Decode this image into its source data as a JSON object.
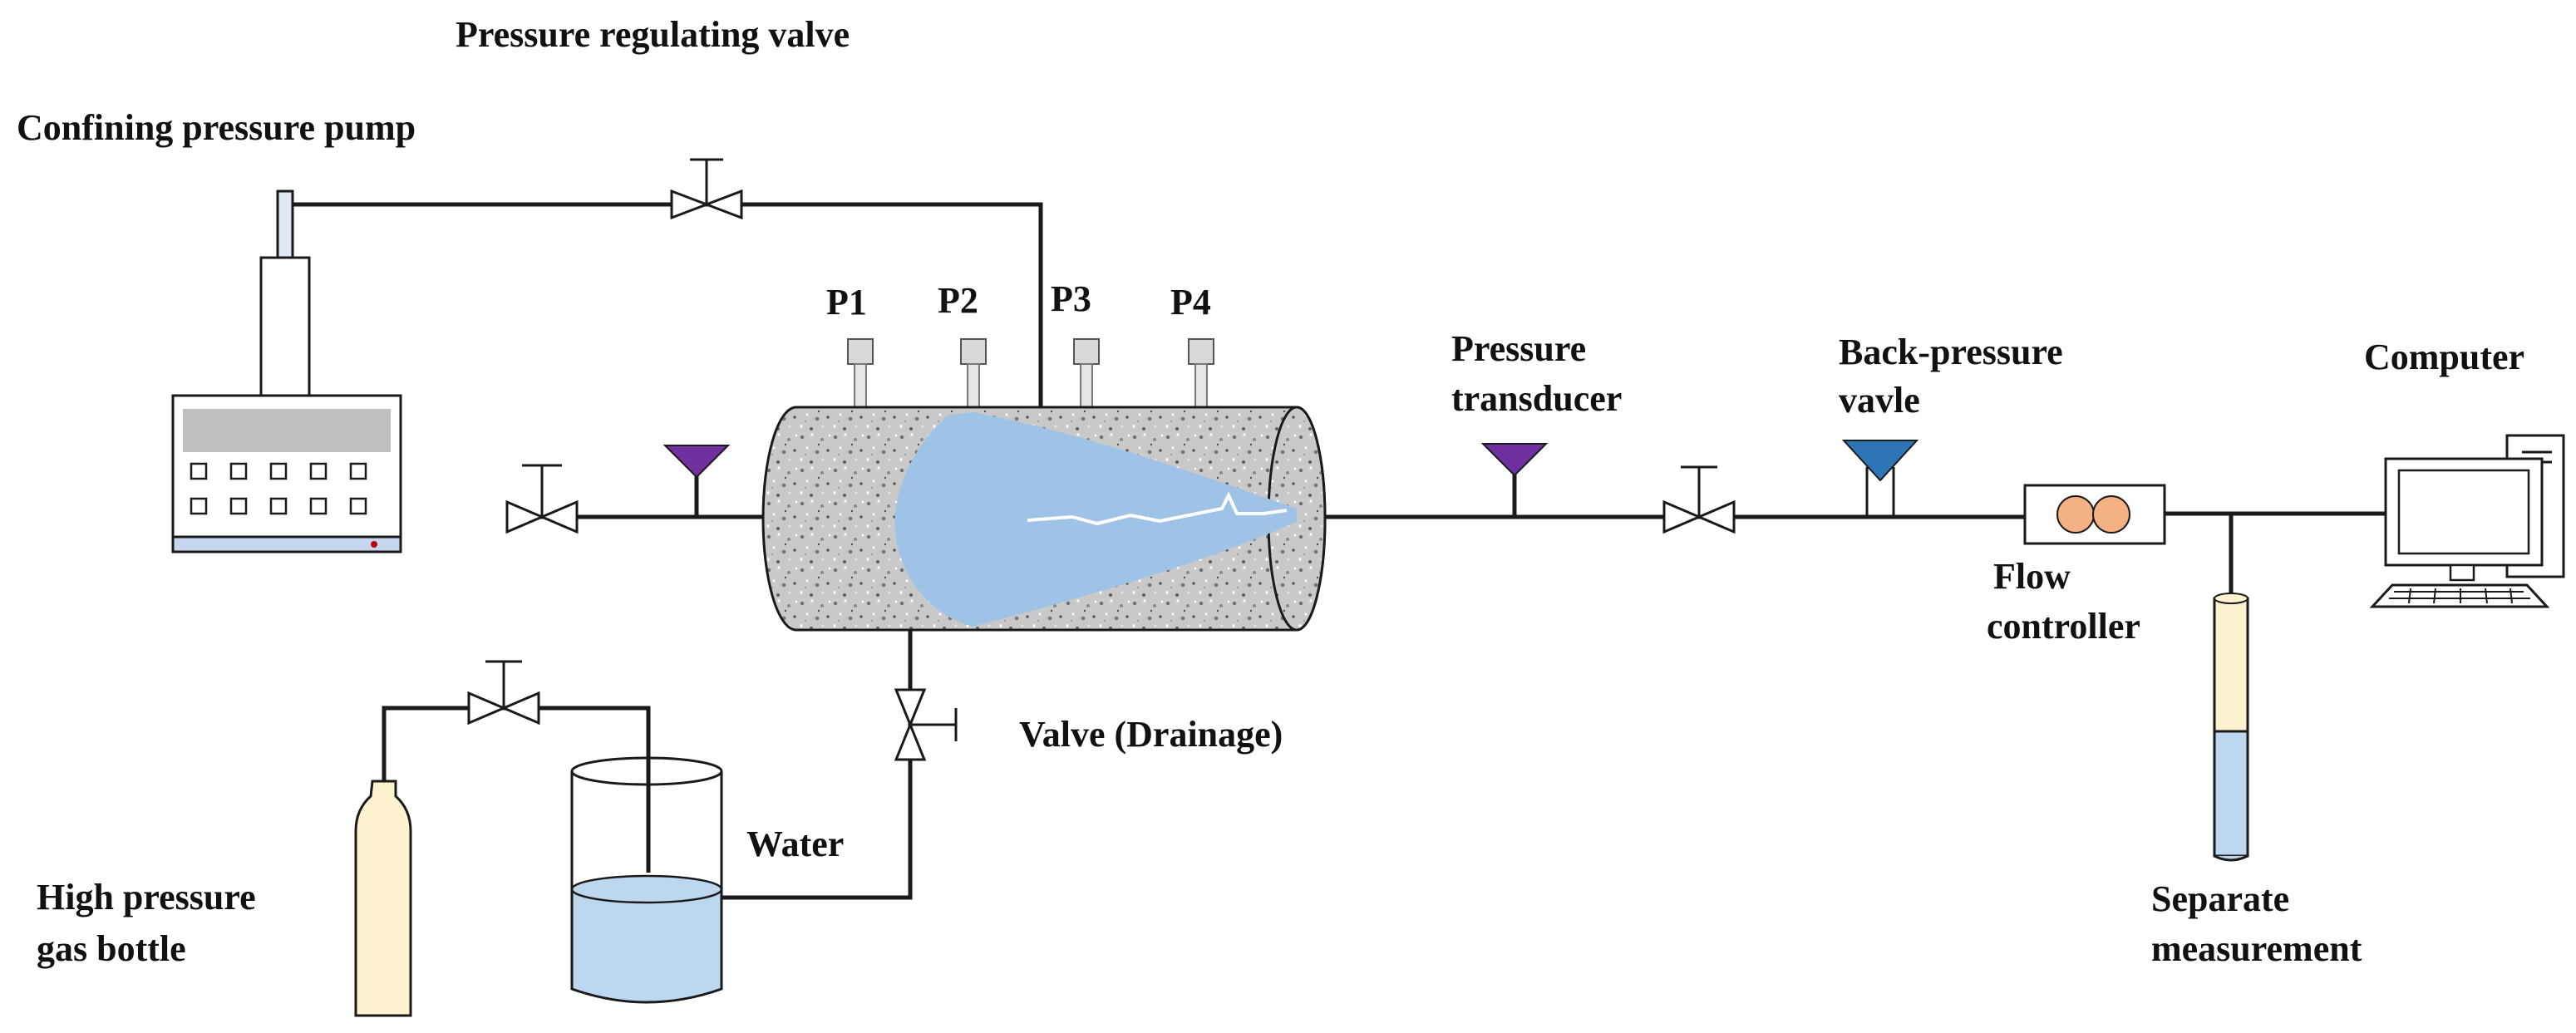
{
  "labels": {
    "pressure_regulating_valve": "Pressure regulating valve",
    "confining_pressure_pump": "Confining pressure pump",
    "p1": "P1",
    "p2": "P2",
    "p3": "P3",
    "p4": "P4",
    "pressure_transducer_line1": "Pressure",
    "pressure_transducer_line2": "transducer",
    "back_pressure_line1": "Back-pressure",
    "back_pressure_line2": "vavle",
    "computer": "Computer",
    "flow_controller_line1": "Flow",
    "flow_controller_line2": "controller",
    "valve_drainage": "Valve (Drainage)",
    "water": "Water",
    "high_pressure_line1": "High pressure",
    "high_pressure_line2": "gas bottle",
    "separate_line1": "Separate",
    "separate_line2": "measurement"
  },
  "colors": {
    "water": "#bcd7ee",
    "fracture_zone": "#9fc3e6",
    "transducer_purple": "#7030a0",
    "backpressure_blue": "#2e75b6",
    "gas_bottle": "#fdf2cf",
    "flow_ball": "#f4b183",
    "pump_panel": "#bfbfbf",
    "pump_base": "#c5d7ee",
    "core_texture": "#9a9a9a"
  },
  "icons": {
    "valve": "valve-icon",
    "transducer": "pressure-transducer-icon",
    "computer": "computer-icon",
    "pump": "pump-icon",
    "gas_bottle": "gas-bottle-icon"
  }
}
